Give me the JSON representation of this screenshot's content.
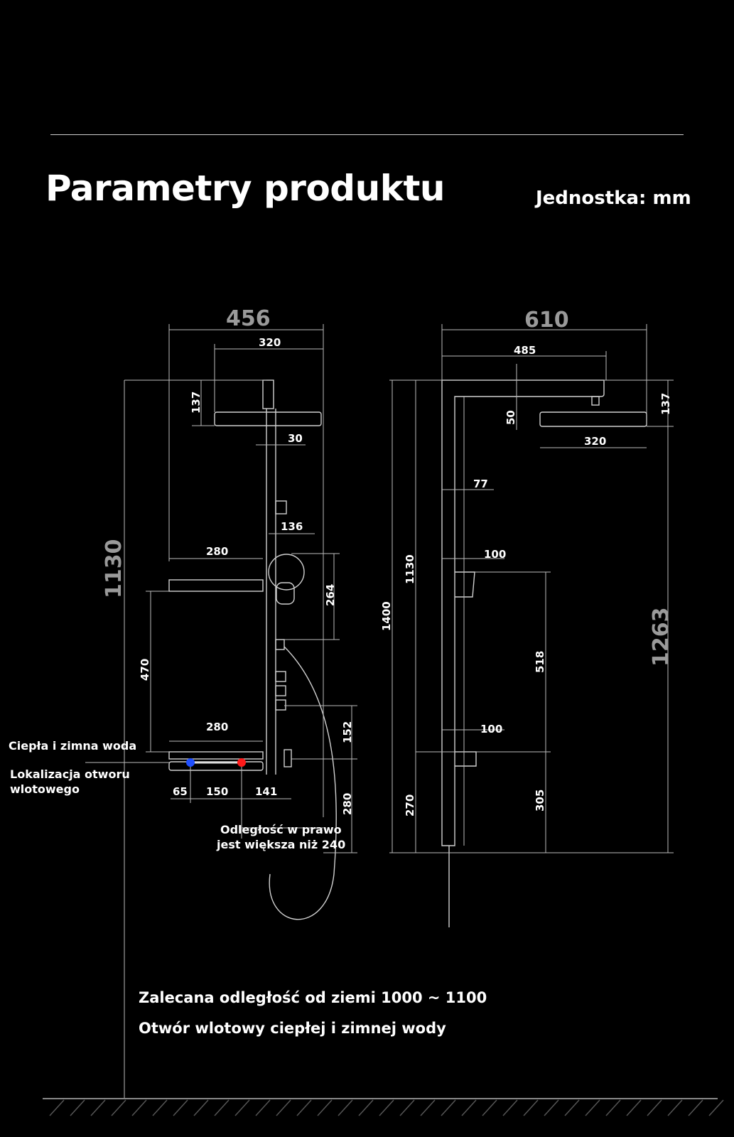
{
  "header": {
    "title": "Parametry produktu",
    "unit": "Jednostka: mm"
  },
  "front_view": {
    "width_total": "456",
    "head_width": "320",
    "head_height": "137",
    "pipe_offset": "30",
    "handshower_width": "136",
    "shelf_top_width": "280",
    "handshower_height": "264",
    "total_height": "1130",
    "shelf_gap": "470",
    "shelf_bottom_width": "280",
    "valve_height": "152",
    "inlet_left": "65",
    "inlet_spacing": "150",
    "inlet_right": "141",
    "lower_height": "280"
  },
  "side_view": {
    "width_total": "610",
    "arm_length": "485",
    "arm_thickness": "50",
    "head_height": "137",
    "head_width": "320",
    "depth_top": "77",
    "depth_holder": "100",
    "height_1130": "1130",
    "height_1400": "1400",
    "shelf_gap": "518",
    "height_1263": "1263",
    "depth_bottom": "100",
    "lower_305": "305",
    "lower_270": "270"
  },
  "annotations": {
    "hot_cold_water": "Ciepła i zimna woda",
    "inlet_location_1": "Lokalizacja otworu",
    "inlet_location_2": "wlotowego",
    "right_distance_1": "Odległość w prawo",
    "right_distance_2": "jest większa niż 240",
    "recommended_height": "Zalecana odległość od ziemi 1000 ~ 1100",
    "inlet_hole": "Otwór wlotowy ciepłej i zimnej wody"
  },
  "colors": {
    "background": "#000000",
    "cold": "#1f4fff",
    "hot": "#ff1a1a",
    "line": "#d0d0d0"
  }
}
